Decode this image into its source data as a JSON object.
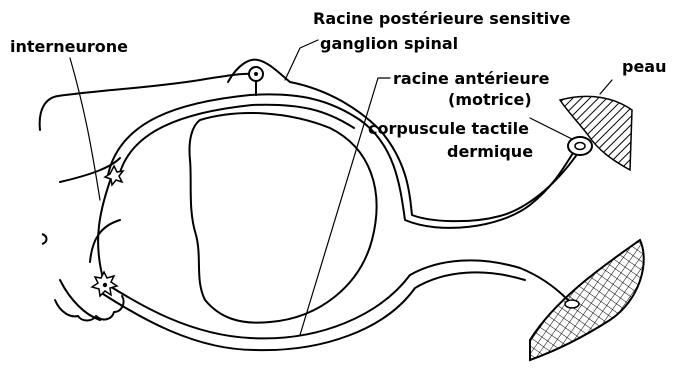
{
  "labels": {
    "root_posterior": "Racine postérieure sensitive",
    "ganglion": "ganglion spinal",
    "interneuron": "interneurone",
    "skin": "peau",
    "root_anterior": "racine antérieure",
    "motor": "(motrice)",
    "corpuscle": "corpuscule tactile",
    "dermal": "dermique"
  },
  "colors": {
    "ink": "#000000",
    "background": "#ffffff"
  }
}
